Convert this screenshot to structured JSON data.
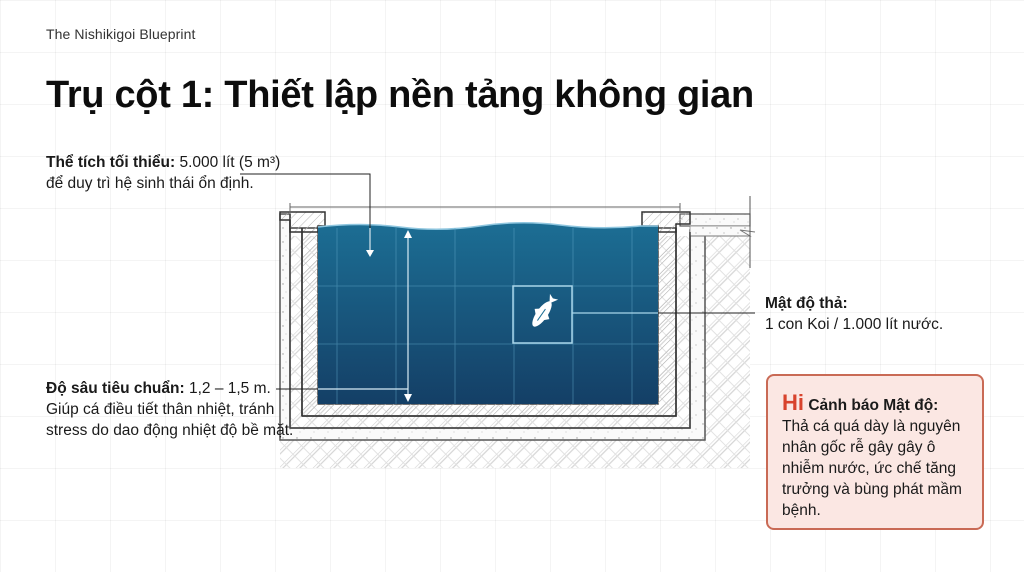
{
  "header": {
    "brand": "The Nishikigoi Blueprint",
    "title": "Trụ cột 1: Thiết lập nền tảng không gian"
  },
  "callouts": {
    "volume": {
      "label": "Thể tích tối thiểu:",
      "text": " 5.000 lít (5 m³) để duy trì hệ sinh thái ổn định."
    },
    "depth": {
      "label": "Độ sâu tiêu chuẩn:",
      "text": " 1,2 – 1,5 m. Giúp cá điều tiết thân nhiệt, tránh stress do dao động nhiệt độ bề mặt."
    },
    "density": {
      "label": "Mật độ thả:",
      "text": "1 con Koi / 1.000 lít nước."
    }
  },
  "warning": {
    "icon_text": "Hi",
    "title": "Cảnh báo Mật độ:",
    "text": "Thả cá quá dày là nguyên nhân gốc rễ gây gây ô nhiễm nước, ức chế tăng trưởng và bùng phát mầm bệnh."
  },
  "colors": {
    "water_top": "#1c6e94",
    "water_bottom": "#143f66",
    "warning_bg": "#fbe7e3",
    "warning_border": "#c96a55",
    "warning_accent": "#d8432d"
  }
}
